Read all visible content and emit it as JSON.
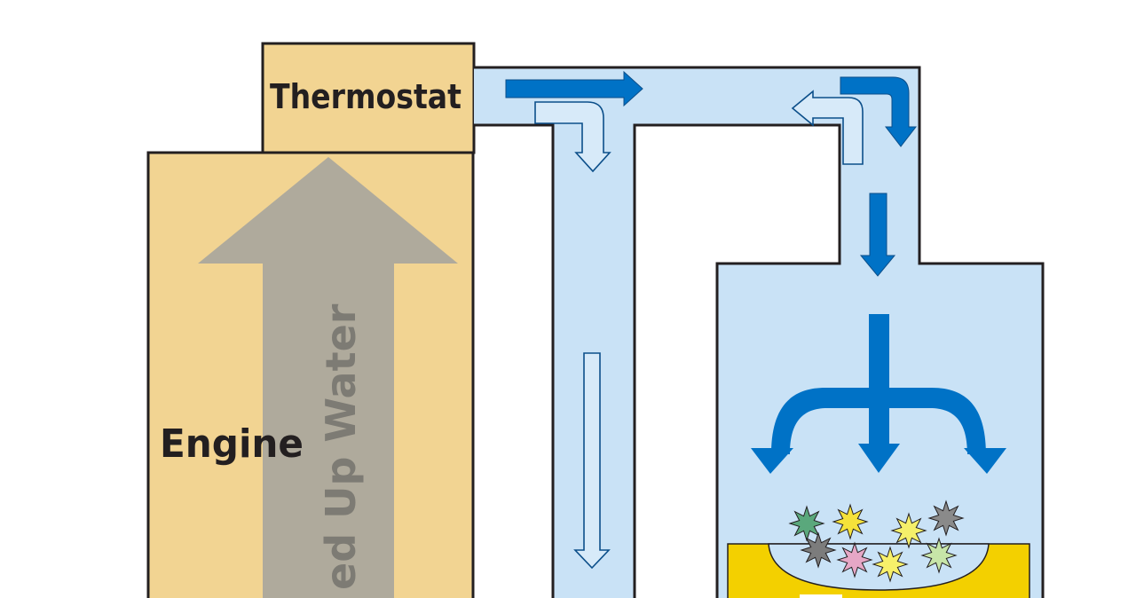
{
  "labels": {
    "thermostat": "Thermostat",
    "engine": "Engine",
    "heated_water": "ed Up Water"
  },
  "colors": {
    "engine_fill": "#f2d492",
    "pipe_fill": "#c9e2f6",
    "outline": "#231f20",
    "arrow_blue": "#0072c6",
    "arrow_light": "#d7eaf9",
    "gray_arrow": "#afaa9c",
    "tray_yellow": "#f3d000",
    "sparkle_colors": [
      "#5aa87c",
      "#f5e23a",
      "#f5ef6a",
      "#8a8a8a",
      "#7c7c7c",
      "#e6a7c6",
      "#f7f06a",
      "#c7e5a8"
    ]
  },
  "icons": [
    "sparkle-icon"
  ]
}
